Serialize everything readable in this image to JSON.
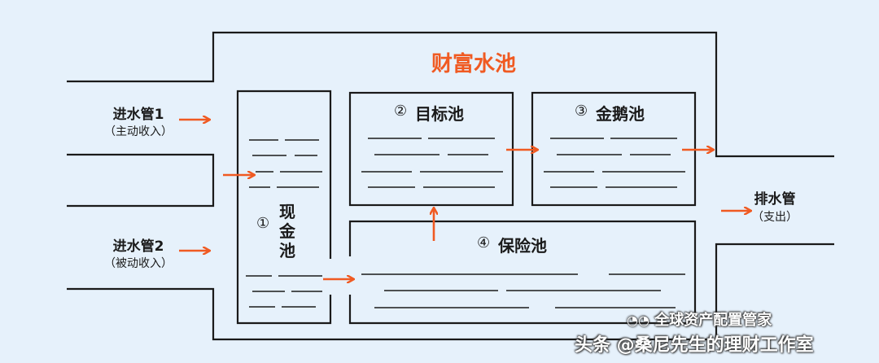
{
  "title": "财富水池",
  "inlets": {
    "pipe1": {
      "name": "进水管1",
      "sub": "（主动收入）"
    },
    "pipe2": {
      "name": "进水管2",
      "sub": "（被动收入）"
    }
  },
  "outlet": {
    "name": "排水管",
    "sub": "（支出）"
  },
  "pools": {
    "cash": {
      "num": "①",
      "name": "现金池"
    },
    "goal": {
      "num": "②",
      "name": "目标池"
    },
    "goose": {
      "num": "③",
      "name": "金鹅池"
    },
    "insurance": {
      "num": "④",
      "name": "保险池"
    }
  },
  "watermark": {
    "account": "全球资产配置管家",
    "source": "头条 @桑尼先生的理财工作室"
  },
  "colors": {
    "accent": "#f05a22",
    "line": "#1a1a1a",
    "background": "#e6f1fb"
  }
}
